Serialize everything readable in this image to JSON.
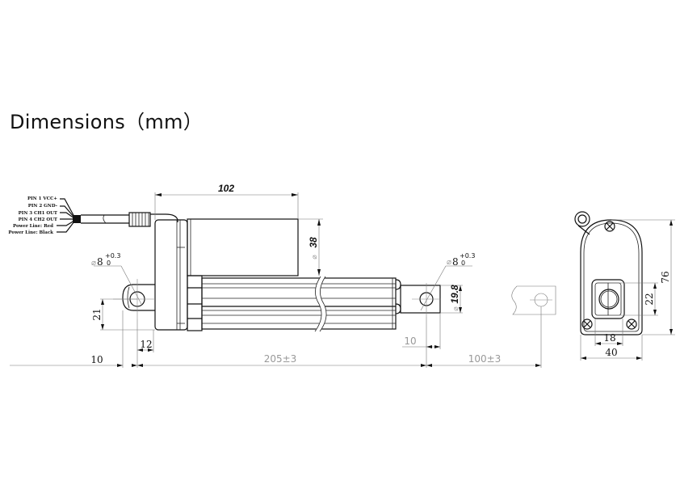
{
  "title": "Dimensions（mm）",
  "wiring_labels": [
    "PIN 1 VCC+",
    "PIN 2 GND-",
    "PIN 3 CH1 OUT",
    "PIN 4 CH2 OUT",
    "Power Line: Red",
    "Power Line: Black"
  ],
  "side_view": {
    "motor_length": "102",
    "motor_diameter": "38",
    "motor_diameter_symbol": "⌀",
    "rear_hole": {
      "symbol": "⌀",
      "value": "8",
      "tol_upper": "+0.3",
      "tol_lower": "0"
    },
    "front_hole": {
      "symbol": "⌀",
      "value": "8",
      "tol_upper": "+0.3",
      "tol_lower": "0"
    },
    "rear_bracket_height": "21",
    "rear_bracket_width": "12",
    "rear_offset": "10",
    "retracted_length": "205±3",
    "rod_end_offset": "10",
    "rod_diameter": "19.8",
    "rod_diameter_symbol": "⌀",
    "stroke": "100±3"
  },
  "end_view": {
    "height": "76",
    "width": "40",
    "mount_width": "18",
    "mount_height": "22"
  },
  "colors": {
    "line": "#111111",
    "dimension": "#777777",
    "grey_text": "#999999"
  }
}
